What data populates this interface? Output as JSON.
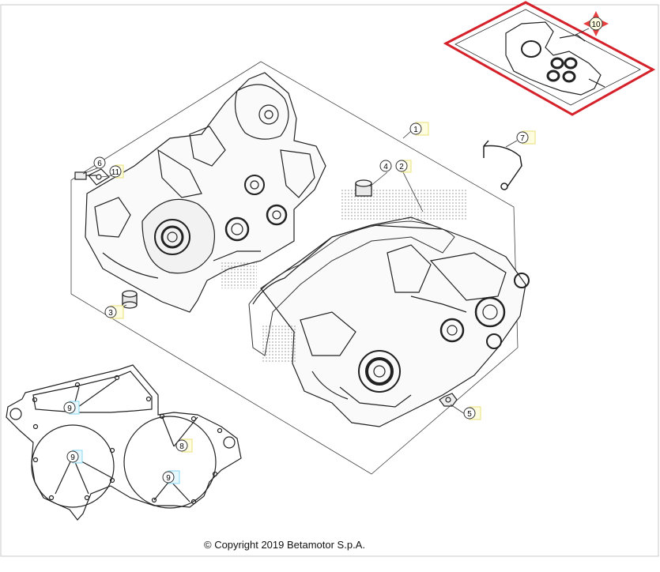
{
  "copyright": "© Copyright 2019 Betamotor S.p.A.",
  "colors": {
    "line": "#222222",
    "callout_fill": "#fffde0",
    "callout_border": "#e8e07a",
    "alt_callout_fill": "#e7f8ff",
    "alt_callout_border": "#8ad8f0",
    "highlight": "#d4212a"
  },
  "callouts": [
    {
      "id": "1",
      "label": "1"
    },
    {
      "id": "2",
      "label": "2"
    },
    {
      "id": "3",
      "label": "3"
    },
    {
      "id": "4",
      "label": "4"
    },
    {
      "id": "5",
      "label": "5"
    },
    {
      "id": "6",
      "label": "6"
    },
    {
      "id": "7",
      "label": "7"
    },
    {
      "id": "8",
      "label": "8"
    },
    {
      "id": "9a",
      "label": "9"
    },
    {
      "id": "9b",
      "label": "9"
    },
    {
      "id": "9c",
      "label": "9"
    },
    {
      "id": "10",
      "label": "10"
    },
    {
      "id": "11",
      "label": "11"
    }
  ]
}
